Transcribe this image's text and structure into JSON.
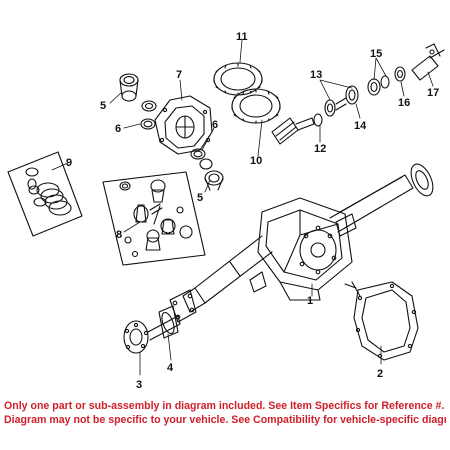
{
  "diagram": {
    "callouts": {
      "c1": "1",
      "c2": "2",
      "c3": "3",
      "c4": "4",
      "c5a": "5",
      "c5b": "5",
      "c6a": "6",
      "c6b": "6",
      "c7": "7",
      "c8": "8",
      "c9": "9",
      "c10": "10",
      "c11": "11",
      "c12": "12",
      "c13": "13",
      "c14": "14",
      "c15": "15",
      "c16": "16",
      "c17": "17"
    }
  },
  "disclaimer": {
    "line1": "Only one part or sub-assembly in diagram included. See Item Specifics for Reference #.",
    "line2": "Diagram may not be specific to your vehicle. See Compatibility for vehicle-specific diagrams.",
    "color": "#d0202b"
  }
}
